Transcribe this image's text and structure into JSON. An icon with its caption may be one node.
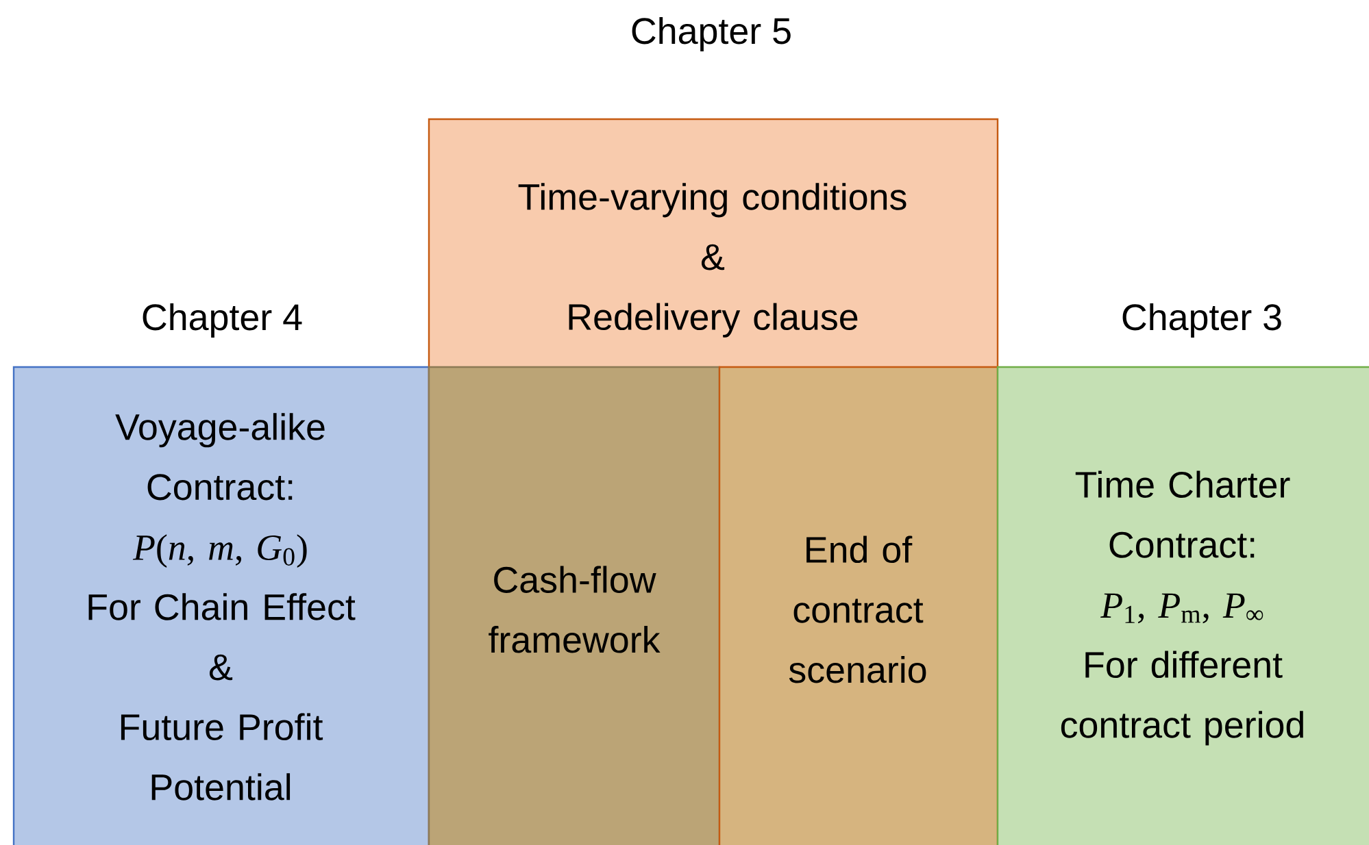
{
  "diagram": {
    "nodes": [
      {
        "text": [
          "Chapter 4",
          "Voyage-alike Contract:",
          "*P*(*n*, *m*, *G*$_{0}$)",
          "For Chain Effect",
          "&",
          "Future Profit Potential"
        ]
      },
      {
        "text": [
          "Chapter 5",
          "Time-varying conditions",
          "&",
          "Redelivery clause"
        ]
      },
      {
        "text": [
          "Cash-flow framework"
        ],
        "in": 1
      },
      {
        "text": [
          "End of contract scenario"
        ],
        "in": 1
      },
      {
        "text": [
          "Chapter 3",
          "Time Charter Contract:",
          "*P*$_{1}$, *P*$_{m}$, *P*$_{∞}$",
          "For different contract period"
        ]
      }
    ]
  }
}
